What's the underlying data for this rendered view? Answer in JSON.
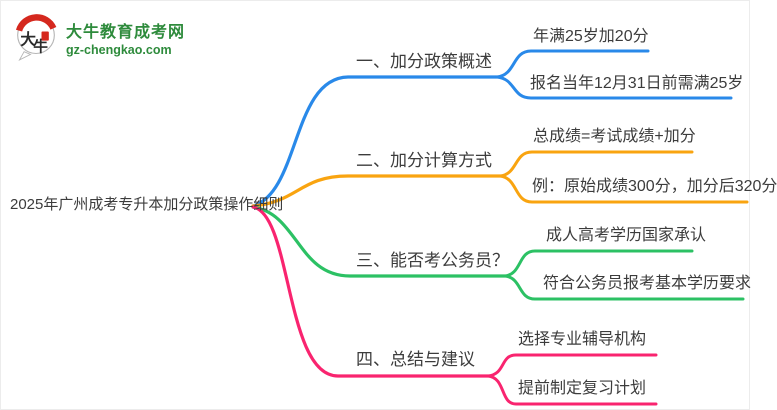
{
  "logo": {
    "site_name": "大牛教育成考网",
    "site_url": "gz-chengkao.com",
    "seal_chars": {
      "first": "大",
      "second": "牛"
    },
    "colors": {
      "green": "#2e8b3c",
      "red": "#d5281e",
      "ink": "#2a2a2a",
      "outline": "#b5b5b5"
    }
  },
  "central_topic": "2025年广州成考专升本加分政策操作细则",
  "text_color": "#3c3c3c",
  "branches": [
    {
      "label": "一、加分政策概述",
      "color": "#2989e9",
      "leaves": [
        "年满25岁加20分",
        "报名当年12月31日前需满25岁"
      ]
    },
    {
      "label": "二、加分计算方式",
      "color": "#f9a410",
      "leaves": [
        "总成绩=考试成绩+加分",
        "例：原始成绩300分，加分后320分"
      ]
    },
    {
      "label": "三、能否考公务员？",
      "color": "#2cc164",
      "leaves": [
        "成人高考学历国家承认",
        "符合公务员报考基本学历要求"
      ]
    },
    {
      "label": "四、总结与建议",
      "color": "#f9246f",
      "leaves": [
        "选择专业辅导机构",
        "提前制定复习计划"
      ]
    }
  ]
}
